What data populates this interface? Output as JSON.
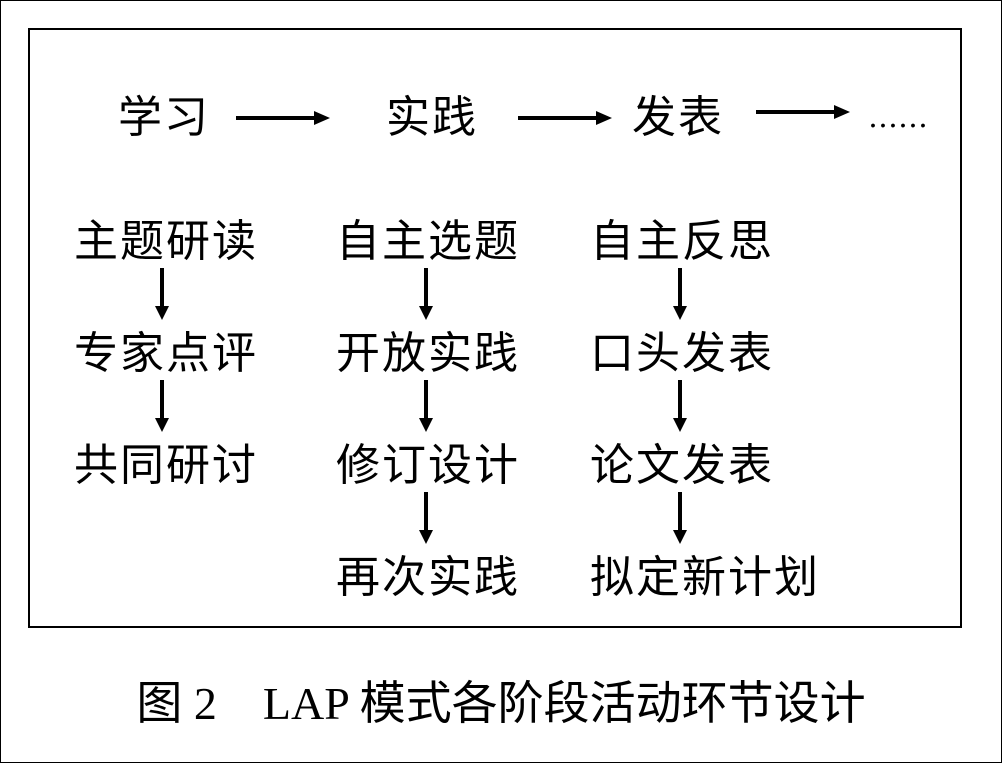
{
  "stages": [
    {
      "label": "学习"
    },
    {
      "label": "实践"
    },
    {
      "label": "发表"
    },
    {
      "label": "……"
    }
  ],
  "columns": [
    {
      "items": [
        "主题研读",
        "专家点评",
        "共同研讨"
      ]
    },
    {
      "items": [
        "自主选题",
        "开放实践",
        "修订设计",
        "再次实践"
      ]
    },
    {
      "items": [
        "自主反思",
        "口头发表",
        "论文发表",
        "拟定新计划"
      ]
    }
  ],
  "caption": "图 2　LAP 模式各阶段活动环节设计",
  "colors": {
    "line": "#000000",
    "background": "#ffffff"
  }
}
